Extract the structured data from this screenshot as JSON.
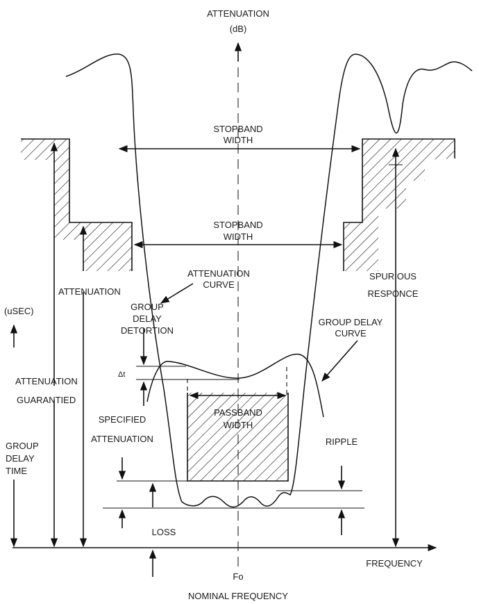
{
  "labels": {
    "attenuation_axis": "ATTENUATION",
    "attenuation_unit": "(dB)",
    "stopband_top_1": "STOPBAND",
    "stopband_top_2": "WIDTH",
    "stopband_mid_1": "STOPBAND",
    "stopband_mid_2": "WIDTH",
    "attenuation_left": "ATTENUATION",
    "attenuation_curve_1": "ATTENUATION",
    "attenuation_curve_2": "CURVE",
    "spurious_1": "SPURIOUS",
    "spurious_2": "RESPONCE",
    "usec": "(uSEC)",
    "gdd_1": "GROUP",
    "gdd_2": "DELAY",
    "gdd_3": "DETORTION",
    "gdc_1": "GROUP DELAY",
    "gdc_2": "CURVE",
    "delta_t": "Δt",
    "att_guar_1": "ATTENUATION",
    "att_guar_2": "GUARANTIED",
    "spec_att_1": "SPECIFIED",
    "spec_att_2": "ATTENUATION",
    "passband_1": "PASSBAND",
    "passband_2": "WIDTH",
    "ripple": "RIPPLE",
    "gdt_1": "GROUP",
    "gdt_2": "DELAY",
    "gdt_3": "TIME",
    "loss": "LOSS",
    "frequency": "FREQUENCY",
    "fo": "Fo",
    "nominal_frequency": "NOMINAL FREQUENCY"
  }
}
